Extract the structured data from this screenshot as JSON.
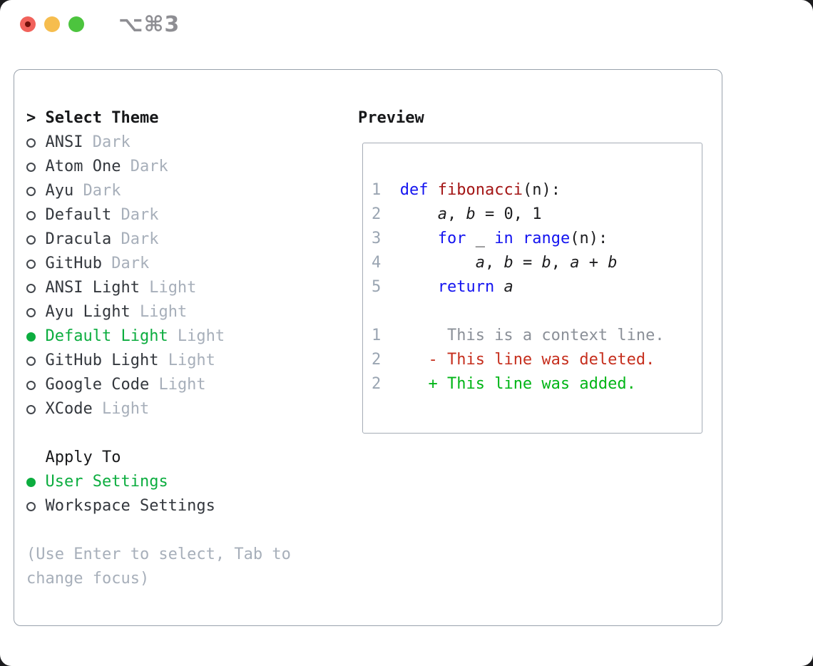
{
  "titlebar": {
    "shortcut": "⌥⌘3",
    "controls": {
      "close_color": "#f1625b",
      "close_dot_color": "#72100a",
      "minimize_color": "#f6bd4e",
      "zoom_color": "#4cc43e"
    }
  },
  "colors": {
    "header_text": "#17181a",
    "theme_name": "#33373d",
    "variant_muted": "#a7afba",
    "selected_green": "#0cad3f",
    "help_gray": "#a7afba",
    "shortcut_gray": "#8e8e93",
    "panel_border": "#99a2ac",
    "preview_border": "#a5acb6",
    "lineno": "#9aa5b2",
    "keyword": "#1414f0",
    "function_name": "#a31515",
    "plain": "#1d1d1f",
    "context": "#8b9098",
    "deleted": "#c62f1e",
    "added": "#00b516"
  },
  "sidebar": {
    "header": {
      "marker": ">",
      "label": "Select Theme"
    },
    "themes": [
      {
        "name": "ANSI",
        "variant": "Dark",
        "selected": false
      },
      {
        "name": "Atom One",
        "variant": "Dark",
        "selected": false
      },
      {
        "name": "Ayu",
        "variant": "Dark",
        "selected": false
      },
      {
        "name": "Default",
        "variant": "Dark",
        "selected": false
      },
      {
        "name": "Dracula",
        "variant": "Dark",
        "selected": false
      },
      {
        "name": "GitHub",
        "variant": "Dark",
        "selected": false
      },
      {
        "name": "ANSI Light",
        "variant": "Light",
        "selected": false
      },
      {
        "name": "Ayu Light",
        "variant": "Light",
        "selected": false
      },
      {
        "name": "Default Light",
        "variant": "Light",
        "selected": true
      },
      {
        "name": "GitHub Light",
        "variant": "Light",
        "selected": false
      },
      {
        "name": "Google Code",
        "variant": "Light",
        "selected": false
      },
      {
        "name": "XCode",
        "variant": "Light",
        "selected": false
      }
    ],
    "apply_to": {
      "label": "Apply To",
      "options": [
        {
          "name": "User Settings",
          "selected": true
        },
        {
          "name": "Workspace Settings",
          "selected": false
        }
      ]
    },
    "help": [
      "(Use Enter to select, Tab to",
      "change focus)"
    ]
  },
  "preview": {
    "title": "Preview",
    "lines": [
      {
        "num": "1",
        "tokens": [
          [
            "  ",
            "pl"
          ],
          [
            "def",
            "kw"
          ],
          [
            " ",
            "pl"
          ],
          [
            "fibonacci",
            "fn"
          ],
          [
            "(n):",
            "pl"
          ]
        ]
      },
      {
        "num": "2",
        "tokens": [
          [
            "      ",
            "pl"
          ],
          [
            "a",
            "var"
          ],
          [
            ", ",
            "pl"
          ],
          [
            "b",
            "var"
          ],
          [
            " = 0, 1",
            "pl"
          ]
        ]
      },
      {
        "num": "3",
        "tokens": [
          [
            "      ",
            "pl"
          ],
          [
            "for",
            "kw"
          ],
          [
            " _ ",
            "pl"
          ],
          [
            "in",
            "kw"
          ],
          [
            " ",
            "pl"
          ],
          [
            "range",
            "kw"
          ],
          [
            "(n):",
            "pl"
          ]
        ]
      },
      {
        "num": "4",
        "tokens": [
          [
            "          ",
            "pl"
          ],
          [
            "a",
            "var"
          ],
          [
            ", ",
            "pl"
          ],
          [
            "b",
            "var"
          ],
          [
            " = ",
            "pl"
          ],
          [
            "b",
            "var"
          ],
          [
            ", ",
            "pl"
          ],
          [
            "a",
            "var"
          ],
          [
            " + ",
            "pl"
          ],
          [
            "b",
            "var"
          ]
        ]
      },
      {
        "num": "5",
        "tokens": [
          [
            "      ",
            "pl"
          ],
          [
            "return",
            "kw"
          ],
          [
            " ",
            "pl"
          ],
          [
            "a",
            "var"
          ]
        ]
      },
      {
        "num": "",
        "tokens": []
      },
      {
        "num": "1",
        "tokens": [
          [
            "       This is a context line.",
            "ctx"
          ]
        ]
      },
      {
        "num": "2",
        "tokens": [
          [
            "     ",
            "pl"
          ],
          [
            "- This line was deleted.",
            "del"
          ]
        ]
      },
      {
        "num": "2",
        "tokens": [
          [
            "     ",
            "pl"
          ],
          [
            "+ This line was added.",
            "add"
          ]
        ]
      }
    ]
  }
}
